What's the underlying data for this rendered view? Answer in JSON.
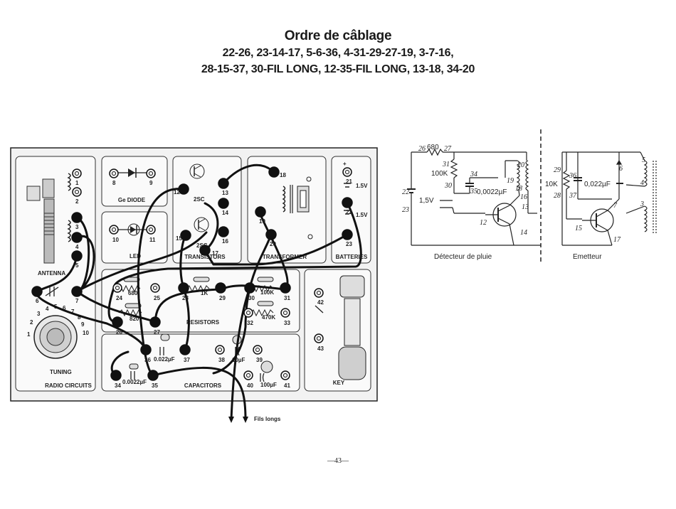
{
  "title": "Ordre de câblage",
  "sequence_line1": "22-26, 23-14-17, 5-6-36, 4-31-29-27-19, 3-7-16,",
  "sequence_line2": "28-15-37, 30-FIL LONG, 12-35-FIL LONG, 13-18, 34-20",
  "panel": {
    "sections": {
      "radio_circuits": "RADIO CIRCUITS",
      "antenna": "ANTENNA",
      "tuning": "TUNING",
      "diode": "Ge DIODE",
      "led": "LED",
      "transistors": "TRANSISTORS",
      "transformer": "TRANSFORMER",
      "batteries": "BATTERIES",
      "resistors": "RESISTORS",
      "capacitors": "CAPACITORS",
      "key": "KEY"
    },
    "terminals": [
      "1",
      "2",
      "3",
      "4",
      "5",
      "6",
      "7",
      "8",
      "9",
      "10",
      "11",
      "12",
      "13",
      "14",
      "15",
      "16",
      "17",
      "18",
      "19",
      "20",
      "21",
      "22",
      "23",
      "24",
      "25",
      "26",
      "27",
      "28",
      "29",
      "30",
      "31",
      "32",
      "33",
      "34",
      "35",
      "36",
      "37",
      "38",
      "39",
      "40",
      "41",
      "42",
      "43"
    ],
    "component_values": {
      "r24_25": "680",
      "r26_27": "820",
      "r28_29": "1K",
      "r30_31": "100K",
      "r32_33": "470K",
      "c36_37": "0.022µF",
      "c34_35": "0.0022µF",
      "c38_39": "10µF",
      "c40_41": "100µF",
      "batt_upper": "1.5V",
      "batt_lower": "1.5V",
      "t_upper": "2SC",
      "t_lower": "2SC"
    },
    "dial_numbers": [
      "1",
      "2",
      "3",
      "4",
      "5",
      "6",
      "7",
      "8",
      "9",
      "10"
    ],
    "fils_longs": "Fils longs"
  },
  "schematic": {
    "left_title": "Détecteur de pluie",
    "right_title": "Emetteur",
    "values": {
      "r680": "680",
      "r100k": "100K",
      "cap_left": "0,0022µF",
      "battery": "1,5V",
      "r10k": "10K",
      "cap_right": "0,022µF"
    },
    "node_labels": [
      "26",
      "27",
      "31",
      "30",
      "34",
      "35",
      "20",
      "19",
      "18",
      "22",
      "23",
      "16",
      "13",
      "12",
      "14",
      "29",
      "28",
      "36",
      "37",
      "6",
      "4",
      "5",
      "3",
      "15",
      "7",
      "17"
    ]
  },
  "page_number": "—43—"
}
